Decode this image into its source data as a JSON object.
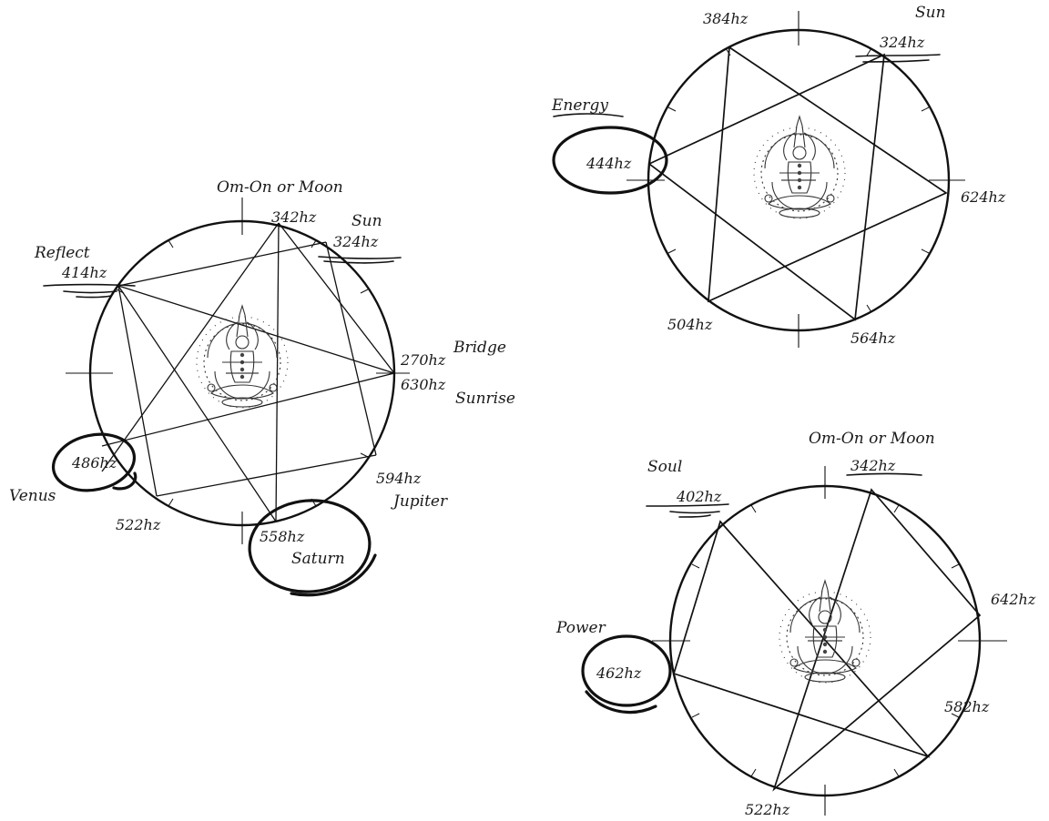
{
  "diagrams": {
    "left": {
      "header": "Om-On or Moon",
      "labels": {
        "f342": "342hz",
        "sun": "Sun",
        "f324": "324hz",
        "reflect": "Reflect",
        "f414": "414hz",
        "f270": "270hz",
        "bridge": "Bridge",
        "f630": "630hz",
        "sunrise": "Sunrise",
        "f486": "486hz",
        "venus": "Venus",
        "f522": "522hz",
        "f594": "594hz",
        "jupiter": "Jupiter",
        "f558": "558hz",
        "saturn": "Saturn"
      }
    },
    "top_right": {
      "labels": {
        "f384": "384hz",
        "sun": "Sun",
        "f324": "324hz",
        "energy": "Energy",
        "f444": "444hz",
        "f624": "624hz",
        "f504": "504hz",
        "f564": "564hz"
      }
    },
    "bottom_right": {
      "header": "Om-On or Moon",
      "labels": {
        "f342": "342hz",
        "soul": "Soul",
        "f402": "402hz",
        "f642": "642hz",
        "power": "Power",
        "f462": "462hz",
        "f582": "582hz",
        "f522": "522hz"
      }
    }
  },
  "icons": {
    "center_figure": "meditating-figure-icon"
  },
  "colors": {
    "ink": "#111111",
    "background": "#ffffff"
  }
}
